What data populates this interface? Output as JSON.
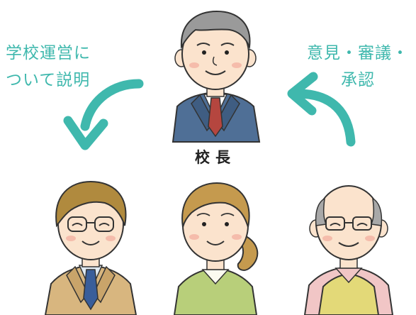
{
  "left_label": {
    "line1": "学校運営に",
    "line2": "ついて説明"
  },
  "right_label": {
    "line1": "意見・審議・",
    "line2": "承認"
  },
  "principal": {
    "label": "校長"
  },
  "colors": {
    "arrow": "#3fb8ad",
    "label_text": "#3fb8ad",
    "principal_suit": "#4f6f96",
    "tie": "#b5463f",
    "tan_jacket": "#d8b67f",
    "green_cardigan": "#b8cf7a",
    "yellow_vest": "#e3d978",
    "skin": "#fbe3cd"
  }
}
